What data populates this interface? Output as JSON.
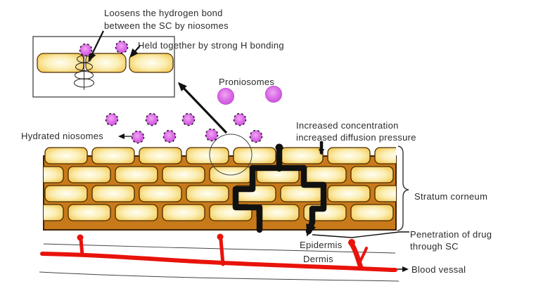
{
  "figure": {
    "labels": {
      "loosens": "Loosens the hydrogen bond\nbetween the SC by niosomes",
      "held": "Held together by strong H bonding",
      "proniosomes": "Proniosomes",
      "hydrated": "Hydrated niosomes",
      "concentration": "Increased concentration\nincreased diffusion pressure",
      "stratum": "Stratum corneum",
      "penetration": "Penetration of drug\nthrough SC",
      "epidermis": "Epidermis",
      "dermis": "Dermis",
      "blood": "Blood vessal"
    },
    "colors": {
      "niosome_purple": "#d966e6",
      "niosome_purple_light": "#f0a6f2",
      "niosome_purple_dark": "#c24fd2",
      "brick_cream": "#fffef2",
      "brick_mid": "#fbeeb4",
      "brick_gold": "#eeb232",
      "mortar_orange": "#c87a1a",
      "wall_border": "#3f2300",
      "brick_border": "#4a2a00",
      "vessel_red": "#e8130b",
      "ink": "#111111",
      "text": "#2b2b2b"
    },
    "counts": {
      "proniosomes": 2,
      "hydrated_niosomes": 8,
      "brick_rows": 4
    }
  }
}
